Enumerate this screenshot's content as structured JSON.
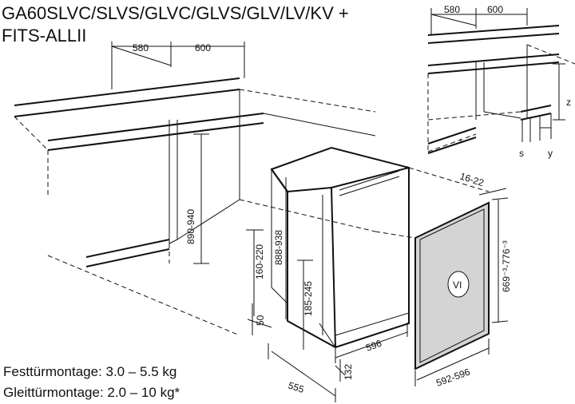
{
  "title_line1": "GA60SLVC/SLVS/GLVC/GLVS/GLV/LV/KV +",
  "title_line2": "FITS-ALLII",
  "dims": {
    "w580_main": "580",
    "w600_main": "600",
    "w580_inset": "580",
    "w600_inset": "600",
    "z": "z",
    "s": "s",
    "y": "y",
    "h890": "890-940",
    "h888": "888-938",
    "h160": "160-220",
    "h185": "185-245",
    "d50": "50",
    "w596": "596",
    "w555": "555",
    "d132": "132",
    "d16": "16-22",
    "h669": "669⁻³-776⁻³",
    "w592": "592-596"
  },
  "panel_label": "VI",
  "notes": {
    "fixed": "Festtürmontage: 3.0 – 5.5 kg",
    "sliding": "Gleittürmontage: 2.0 – 10 kg*"
  },
  "colors": {
    "panel_fill": "#d4d4d4",
    "line": "#111111"
  }
}
